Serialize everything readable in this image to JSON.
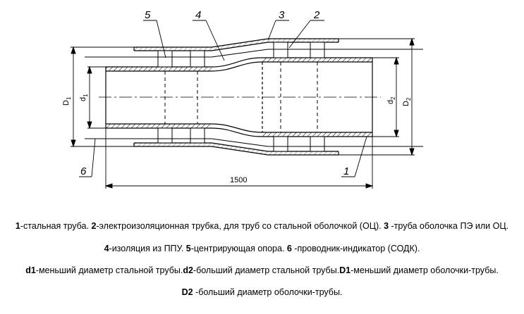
{
  "callouts": {
    "c1": "1",
    "c2": "2",
    "c3": "3",
    "c4": "4",
    "c5": "5",
    "c6": "6"
  },
  "dimensions": {
    "D1": "D",
    "D1_sub": "1",
    "d1": "d",
    "d1_sub": "1",
    "d2": "d",
    "d2_sub": "2",
    "D2": "D",
    "D2_sub": "2",
    "length": "1500"
  },
  "caption": {
    "line1": {
      "n1": "1",
      "t1": "-стальная труба. ",
      "n2": "2",
      "t2": "-электроизоляционная трубка, для труб со стальной оболочкой (ОЦ). ",
      "n3": "3",
      "t3": " -труба оболочка ПЭ или ОЦ."
    },
    "line2": {
      "n4": "4",
      "t4": "-изоляция из ППУ. ",
      "n5": "5",
      "t5": "-центрирующая опора. ",
      "n6": "6",
      "t6": " -проводник-индикатор (СОДК)."
    },
    "line3": {
      "nd1": "d1",
      "td1": "-меньший диаметр стальной трубы.",
      "nd2": "d2",
      "td2": "-больший диаметр стальной трубы.",
      "nD1": "D1",
      "tD1": "-меньший диаметр оболочки-трубы."
    },
    "line4": {
      "nD2": "D2",
      "tD2": " -больший диаметр оболочки-трубы."
    }
  }
}
